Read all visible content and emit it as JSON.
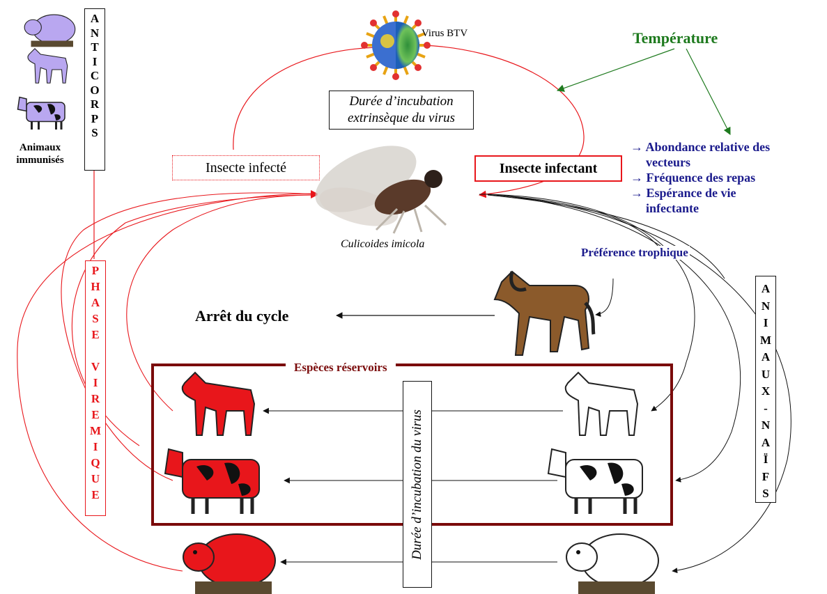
{
  "virus": {
    "label": "Virus BTV"
  },
  "temperature": {
    "label": "Température",
    "color": "#1e7a1e"
  },
  "incubation_extrinsic": {
    "line1": "Durée d’incubation",
    "line2": "extrinsèque du virus"
  },
  "effects": {
    "color": "#1a1a8c",
    "items": [
      {
        "line1": "Abondance relative des",
        "line2": "vecteurs"
      },
      {
        "line1": "Fréquence des repas",
        "line2": ""
      },
      {
        "line1": "Espérance de vie",
        "line2": "infectante"
      }
    ]
  },
  "insect_infected": {
    "label": "Insecte infecté"
  },
  "insect_infectant": {
    "label": "Insecte infectant"
  },
  "vector": {
    "name": "Culicoides imicola"
  },
  "trophic_preference": {
    "label": "Préférence trophique"
  },
  "cycle_stop": {
    "label": "Arrêt du cycle"
  },
  "reservoir": {
    "title": "Espèces réservoirs",
    "color": "#7a0a0a"
  },
  "incubation_virus": {
    "label": "Durée d’incubation du virus"
  },
  "immunized": {
    "line1": "Animaux",
    "line2": "immunisés"
  },
  "antibodies": {
    "letters": [
      "A",
      "N",
      "T",
      "I",
      "C",
      "O",
      "R",
      "P",
      "S"
    ]
  },
  "viremic_phase": {
    "color": "#e8161b",
    "letters": [
      "P",
      "H",
      "A",
      "S",
      "E",
      " ",
      "V",
      "I",
      "R",
      "E",
      "M",
      "I",
      "Q",
      "U",
      "E"
    ]
  },
  "naive_animals": {
    "letters": [
      "A",
      "N",
      "I",
      "M",
      "A",
      "U",
      "X",
      "-",
      "N",
      "A",
      "Ï",
      "F",
      "S"
    ]
  },
  "colors": {
    "red": "#e8161b",
    "green": "#1e7a1e",
    "dark_blue": "#1a1a8c",
    "maroon": "#7a0a0a"
  },
  "icons": [
    "virus-icon",
    "midge-icon",
    "horse-icon",
    "goat-icon",
    "cow-icon",
    "sheep-icon"
  ]
}
